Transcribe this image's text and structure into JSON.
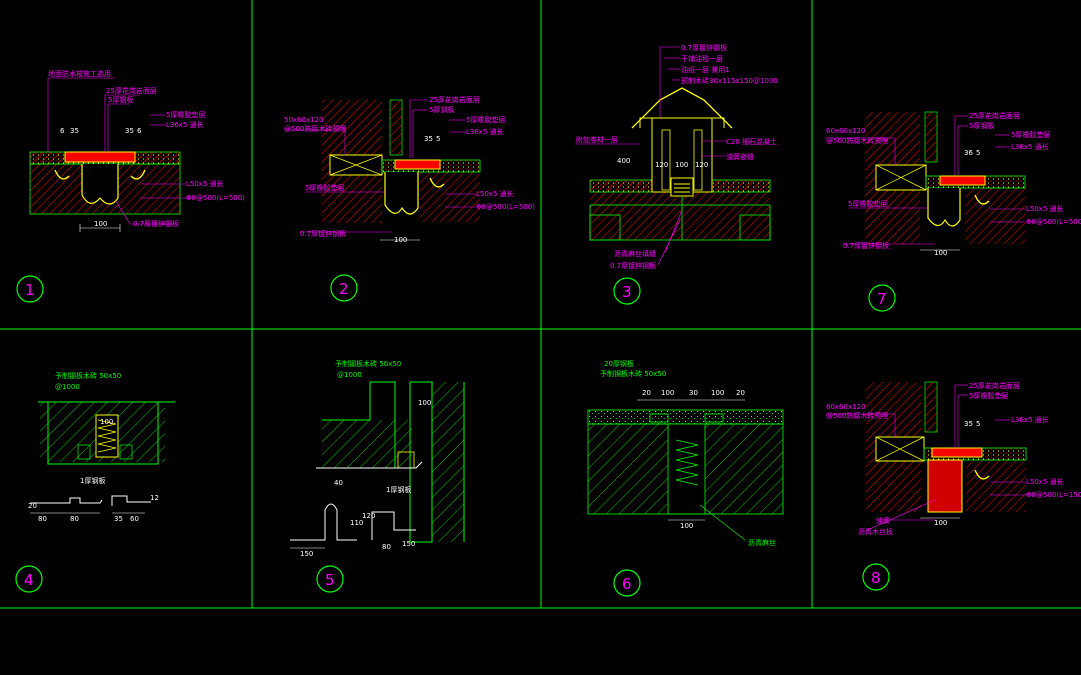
{
  "colors": {
    "background": "#000000",
    "frame": "#00ff00",
    "annotation": "#ff00ff",
    "hatch": "#ff0000",
    "detail": "#ffff00",
    "linework": "#00ff00",
    "dimension": "#ffffff",
    "circle": "#00ff00"
  },
  "panels": [
    {
      "number": "1",
      "labels": [
        "地面防水按施工选用",
        "25厚花岗岩面层",
        "5厚钢板",
        "5厚橡胶垫层",
        "L36x5 通长",
        "L50x5 通长",
        "Φ8@500(L=500)",
        "0.7厚镀锌钢板"
      ],
      "dims": [
        "6",
        "35",
        "35",
        "6",
        "100"
      ]
    },
    {
      "number": "2",
      "labels": [
        "25厚花岗岩面层",
        "5厚钢板",
        "50x60x120",
        "@500防腐木砖预埋",
        "5厚橡胶垫层",
        "L36x5 通长",
        "5厚橡胶垫层",
        "L50x5 通长",
        "Φ8@500(L=500)",
        "0.7厚镀锌钢板"
      ],
      "dims": [
        "35",
        "5",
        "100"
      ]
    },
    {
      "number": "3",
      "labels": [
        "0.7厚镀锌钢板",
        "干铺油毡一层",
        "油纸一层 兼用1",
        "预制木砖30x115x150@1000",
        "附加卷材一层",
        "C20 细石混凝土",
        "油膏嵌缝",
        "沥青麻丝填缝",
        "0.7厚镀锌钢板"
      ],
      "dims": [
        "400",
        "120",
        "100",
        "120"
      ]
    },
    {
      "number": "7",
      "labels": [
        "25厚花岗岩面层",
        "5厚钢板",
        "60x60x120",
        "@500防腐木砖预埋",
        "5厚橡胶垫层",
        "L36x5 通长",
        "5厚橡胶垫层",
        "L50x5 通长",
        "Φ8@500(L=500)",
        "0.7厚镀锌钢板"
      ],
      "dims": [
        "36",
        "5",
        "100"
      ]
    },
    {
      "number": "4",
      "labels": [
        "予制钢板木砖 50x50",
        "@1000",
        "1厚钢板"
      ],
      "dims": [
        "100",
        "80",
        "80",
        "35",
        "60",
        "20",
        "12"
      ]
    },
    {
      "number": "5",
      "labels": [
        "予制钢板木砖 50x50",
        "@1000",
        "1厚钢板"
      ],
      "dims": [
        "100",
        "40",
        "110",
        "120",
        "80",
        "150",
        "150"
      ]
    },
    {
      "number": "6",
      "labels": [
        "20厚钢板",
        "予制钢板木砖 50x50",
        "沥青麻丝"
      ],
      "dims": [
        "20",
        "100",
        "30",
        "100",
        "20",
        "100"
      ]
    },
    {
      "number": "8",
      "labels": [
        "25厚花岗岩面层",
        "5厚橡胶垫层",
        "60x60x120",
        "@500防腐木砖预埋",
        "L36x5 通长",
        "L50x5 通长",
        "Φ8@500(L=150)",
        "油膏",
        "沥青木丝板"
      ],
      "dims": [
        "35",
        "5",
        "100"
      ]
    }
  ]
}
